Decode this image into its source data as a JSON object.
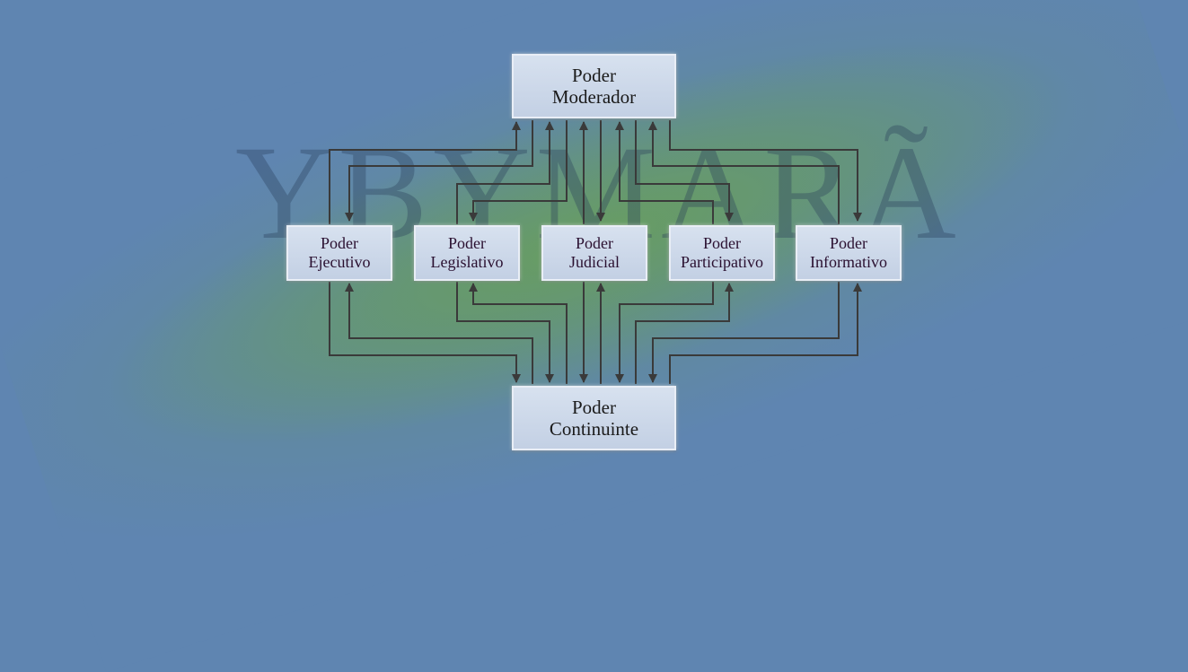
{
  "watermark": "YBYMARÃ",
  "boxes": {
    "moderador": {
      "line1": "Poder",
      "line2": "Moderador"
    },
    "ejecutivo": {
      "line1": "Poder",
      "line2": "Ejecutivo"
    },
    "legislativo": {
      "line1": "Poder",
      "line2": "Legislativo"
    },
    "judicial": {
      "line1": "Poder",
      "line2": "Judicial"
    },
    "participativo": {
      "line1": "Poder",
      "line2": "Participativo"
    },
    "informativo": {
      "line1": "Poder",
      "line2": "Informativo"
    },
    "continuinte": {
      "line1": "Poder",
      "line2": "Continuinte"
    }
  },
  "colors": {
    "arrow": "#3a3a3a",
    "box": "#cdd8ea",
    "background": "#5f85b1",
    "glow": "#6aa84f"
  }
}
